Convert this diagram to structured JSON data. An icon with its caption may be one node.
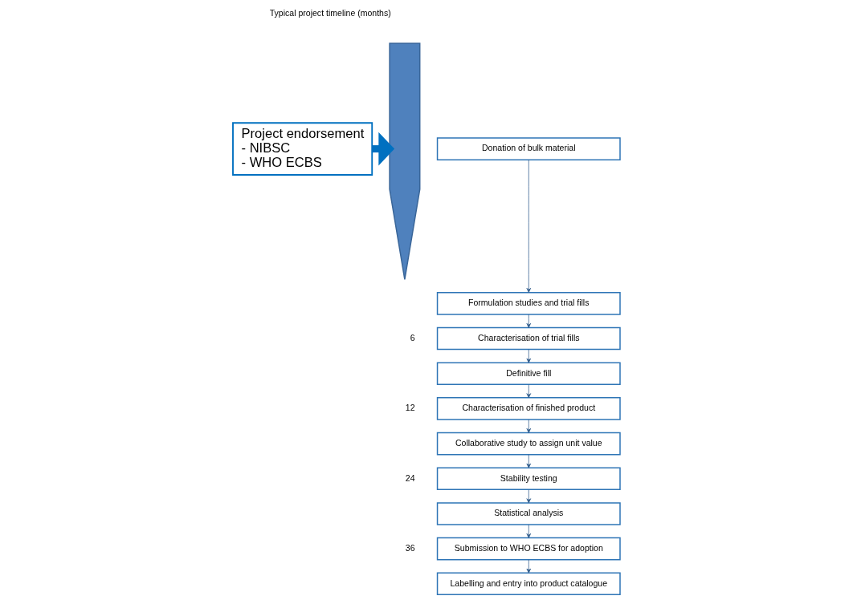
{
  "diagram": {
    "nodes": [
      {
        "text": [
          "Project endorsement",
          "- NIBSC",
          "- WHO ECBS"
        ]
      },
      {
        "text": [],
        "shape": "arrow",
        "beside": [
          "Typical project timeline (months)"
        ]
      },
      {
        "text": [
          "Donation of bulk material"
        ]
      },
      {
        "text": [
          "Formulation studies and trial fills"
        ]
      },
      {
        "text": [
          "Characterisation of trial fills"
        ]
      },
      {
        "text": [
          "Definitive fill"
        ]
      },
      {
        "text": [
          "Characterisation of finished product"
        ]
      },
      {
        "text": [
          "Collaborative study to assign unit value"
        ]
      },
      {
        "text": [
          "Stability testing"
        ]
      },
      {
        "text": [
          "Statistical analysis"
        ]
      },
      {
        "text": [
          "Submission to WHO ECBS for adoption"
        ]
      },
      {
        "text": [
          "Labelling and entry into product catalogue"
        ]
      }
    ],
    "edges": [
      {
        "from": 0,
        "to": 1,
        "arrow": "to",
        "style": "thick",
        "color": "#0070c0"
      },
      {
        "from": 2,
        "to": 3,
        "arrow": "to"
      },
      {
        "from": 3,
        "to": 4,
        "arrow": "to"
      },
      {
        "from": 4,
        "to": 5,
        "arrow": "to"
      },
      {
        "from": 5,
        "to": 6,
        "arrow": "to"
      },
      {
        "from": 6,
        "to": 7,
        "arrow": "to"
      },
      {
        "from": 7,
        "to": 8,
        "arrow": "to"
      },
      {
        "from": 8,
        "to": 9,
        "arrow": "to"
      },
      {
        "from": 9,
        "to": 10,
        "arrow": "to"
      },
      {
        "from": 10,
        "to": 11,
        "arrow": "to"
      }
    ],
    "labels": [
      "6",
      "12",
      "24",
      "36"
    ]
  }
}
